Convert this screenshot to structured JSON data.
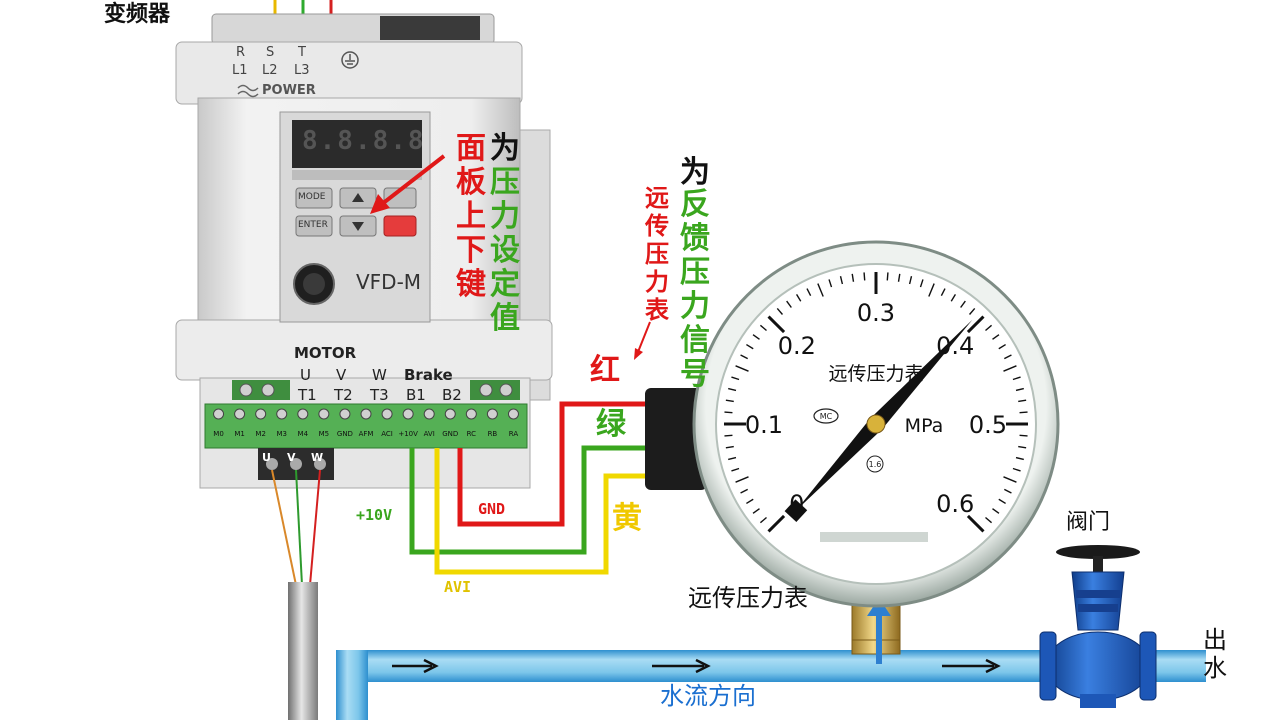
{
  "vfd": {
    "title": "变频器",
    "power_terminals": [
      "R",
      "S",
      "T"
    ],
    "power_terminals_alt": [
      "L1",
      "L2",
      "L3"
    ],
    "power_label": "POWER",
    "model": "VFD-M",
    "display": "8.8.8.8",
    "keys": [
      "MODE",
      "ENTER"
    ],
    "motor_label": "MOTOR",
    "motor_terminals": [
      "U",
      "V",
      "W"
    ],
    "motor_terminals_alt": [
      "T1",
      "T2",
      "T3"
    ],
    "brake_label": "Brake",
    "brake_terminals": [
      "B1",
      "B2"
    ],
    "control_terminals": [
      "M0",
      "M1",
      "M2",
      "M3",
      "M4",
      "M5",
      "GND",
      "AFM",
      "ACI",
      "+10V",
      "AVI",
      "GND",
      "RC",
      "RB",
      "RA"
    ],
    "motor_out": [
      "U",
      "V",
      "W"
    ]
  },
  "annotations": {
    "panel_prefix": "为",
    "panel_red_text": "面板上下键",
    "panel_green_text": "压力设定值",
    "feedback_prefix": "为",
    "feedback_green_text": "反馈压力信号",
    "gauge_red_text": "远传压力表"
  },
  "wires": {
    "red": "红",
    "green": "绿",
    "yellow": "黄",
    "plus10v": "+10V",
    "gnd": "GND",
    "avi": "AVI"
  },
  "gauge": {
    "title": "远传压力表",
    "unit": "MPa",
    "scale": [
      "0",
      "0.1",
      "0.2",
      "0.3",
      "0.4",
      "0.5",
      "0.6"
    ],
    "class_mark": "1.6",
    "reading": 0.395,
    "max": 0.6
  },
  "pipe": {
    "gauge_label": "远传压力表",
    "valve_label": "阀门",
    "flow_label": "水流方向",
    "outlet_label": "出水"
  },
  "colors": {
    "red": "#e01818",
    "green": "#3aa61e",
    "yellow": "#f0d800",
    "pipe": "#7cc6ea",
    "pipe_edge": "#2e8fcf",
    "valve": "#1d57b7"
  }
}
